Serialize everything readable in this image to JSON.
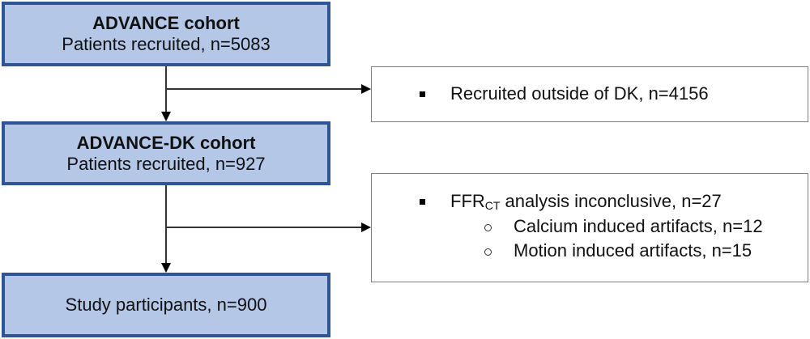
{
  "boxes": {
    "advance": {
      "title": "ADVANCE cohort",
      "subtitle": "Patients recruited, n=5083"
    },
    "advance_dk": {
      "title": "ADVANCE-DK cohort",
      "subtitle": "Patients recruited, n=927"
    },
    "study": {
      "text": "Study participants, n=900"
    }
  },
  "exclusions": {
    "first": {
      "bullet": "Recruited outside of DK, n=4156"
    },
    "second": {
      "bullet_main": "FFR",
      "bullet_sub": "CT",
      "bullet_rest": " analysis inconclusive, n=27",
      "subitems": [
        "Calcium induced artifacts, n=12",
        "Motion induced artifacts, n=15"
      ]
    }
  },
  "colors": {
    "box_fill": "#B4C7E7",
    "box_border": "#2F5597"
  }
}
